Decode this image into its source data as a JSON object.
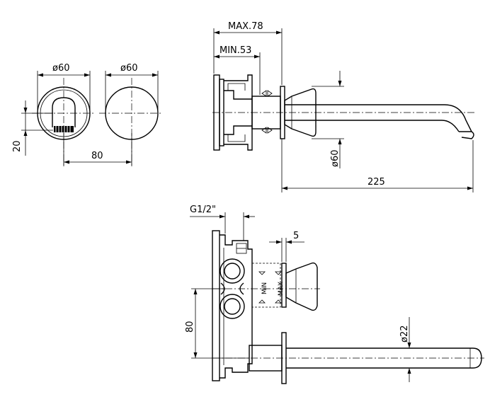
{
  "labels": {
    "front_diameter": "ø60",
    "plate_diameter": "ø60",
    "offset_20": "20",
    "spacing_80": "80",
    "max_78": "MAX.78",
    "min_53": "MIN.53",
    "spout_diameter_60": "ø60",
    "length_225": "225",
    "thread": "G1/2\"",
    "gap_5": "5",
    "vertical_80": "80",
    "pipe_22": "ø22",
    "min_mark": "MIN",
    "max_mark": "MAX"
  }
}
